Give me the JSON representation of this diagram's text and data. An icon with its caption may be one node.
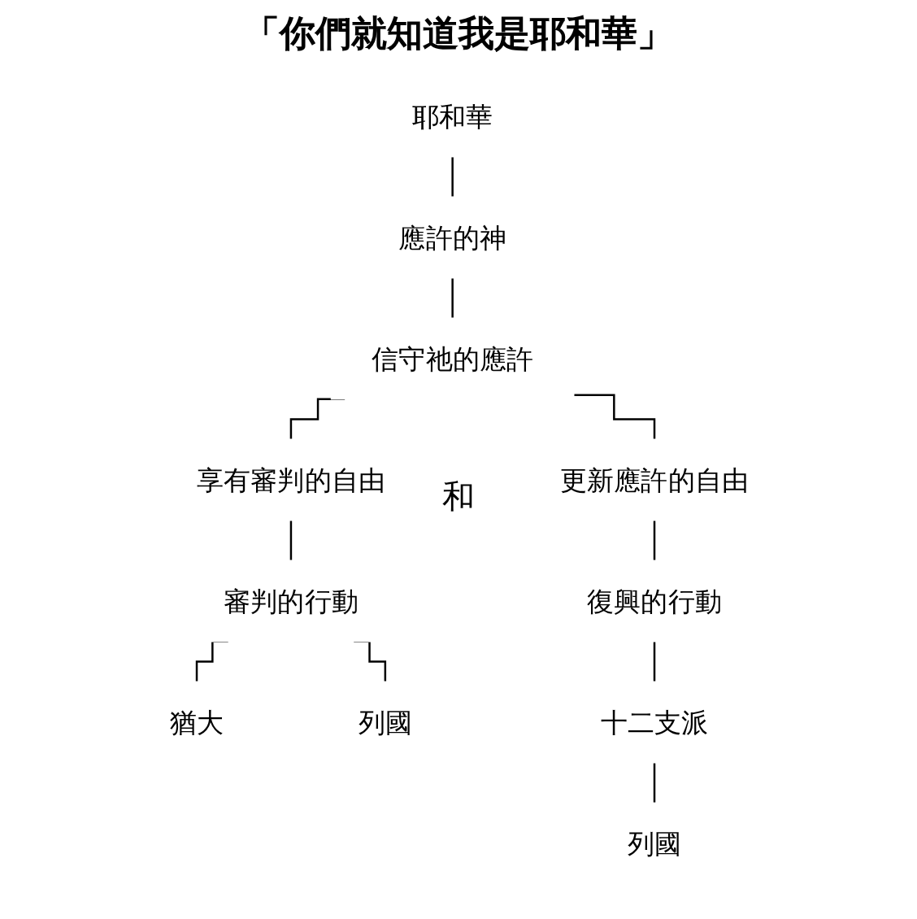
{
  "diagram": {
    "title": "「你們就知道我是耶和華」",
    "nodes": [
      {
        "text": [
          "耶和華"
        ]
      },
      {
        "text": [
          "應許的神"
        ]
      },
      {
        "text": [
          "信守祂的應許"
        ]
      },
      {
        "text": [
          "享有審判的自由"
        ]
      },
      {
        "text": [
          "更新應許的自由"
        ]
      },
      {
        "text": [
          "審判的行動"
        ]
      },
      {
        "text": [
          "猶大"
        ]
      },
      {
        "text": [
          "列國"
        ]
      },
      {
        "text": [
          "復興的行動"
        ]
      },
      {
        "text": [
          "十二支派"
        ]
      },
      {
        "text": [
          "列國"
        ]
      }
    ],
    "edges": [
      {
        "from": 0,
        "to": 1,
        "arrow": "none"
      },
      {
        "from": 1,
        "to": 2,
        "arrow": "none"
      },
      {
        "from": 2,
        "to": 3,
        "arrow": "none"
      },
      {
        "from": 2,
        "to": 4,
        "arrow": "none"
      },
      {
        "from": 3,
        "to": 5,
        "arrow": "none"
      },
      {
        "from": 4,
        "to": 8,
        "arrow": "none"
      },
      {
        "from": 5,
        "to": 6,
        "arrow": "none"
      },
      {
        "from": 5,
        "to": 7,
        "arrow": "none"
      },
      {
        "from": 8,
        "to": 9,
        "arrow": "none"
      },
      {
        "from": 9,
        "to": 10,
        "arrow": "none"
      }
    ],
    "labels": [
      "和"
    ]
  }
}
